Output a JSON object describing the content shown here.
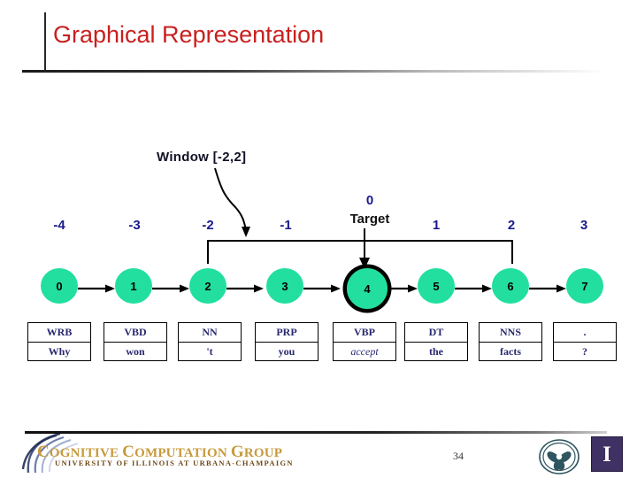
{
  "slide": {
    "title": "Graphical Representation",
    "page_number": "34"
  },
  "window": {
    "label": "Window [-2,2]",
    "start_index": -2,
    "end_index": 2
  },
  "target": {
    "index_label": "0",
    "caption": "Target",
    "node_id": "4"
  },
  "indices": [
    {
      "label": "-4"
    },
    {
      "label": "-3"
    },
    {
      "label": "-2"
    },
    {
      "label": "-1"
    },
    {
      "label": "0"
    },
    {
      "label": "1"
    },
    {
      "label": "2"
    },
    {
      "label": "3"
    }
  ],
  "nodes": [
    {
      "id": "0"
    },
    {
      "id": "1"
    },
    {
      "id": "2"
    },
    {
      "id": "3"
    },
    {
      "id": "4"
    },
    {
      "id": "5"
    },
    {
      "id": "6"
    },
    {
      "id": "7"
    }
  ],
  "table": {
    "rows": [
      "pos",
      "word"
    ],
    "cells": [
      {
        "pos": "WRB",
        "word": "Why",
        "italic": false
      },
      {
        "pos": "VBD",
        "word": "won",
        "italic": false
      },
      {
        "pos": "NN",
        "word": "'t",
        "italic": false
      },
      {
        "pos": "PRP",
        "word": "you",
        "italic": false
      },
      {
        "pos": "VBP",
        "word": "accept",
        "italic": true
      },
      {
        "pos": "DT",
        "word": "the",
        "italic": false
      },
      {
        "pos": "NNS",
        "word": "facts",
        "italic": false
      },
      {
        "pos": ".",
        "word": "?",
        "italic": false
      }
    ]
  },
  "footer": {
    "org_name": "COGNITIVE COMPUTATION GROUP",
    "org_line1_drop": "C",
    "org_line1_rest": "OGNITIVE ",
    "org_line2_drop": "C",
    "org_line2_rest": "OMPUTATION ",
    "org_line3_drop": "G",
    "org_line3_rest": "ROUP",
    "org_sub": "UNIVERSITY OF ILLINOIS AT URBANA-CHAMPAIGN",
    "emblem_letter": "I"
  },
  "colors": {
    "title_red": "#C8201F",
    "node_green": "#22DFA0",
    "index_navy": "#1a1a8c",
    "table_navy": "#282870",
    "logo_gold": "#C79A3C",
    "emblem_purple": "#3F3163"
  }
}
